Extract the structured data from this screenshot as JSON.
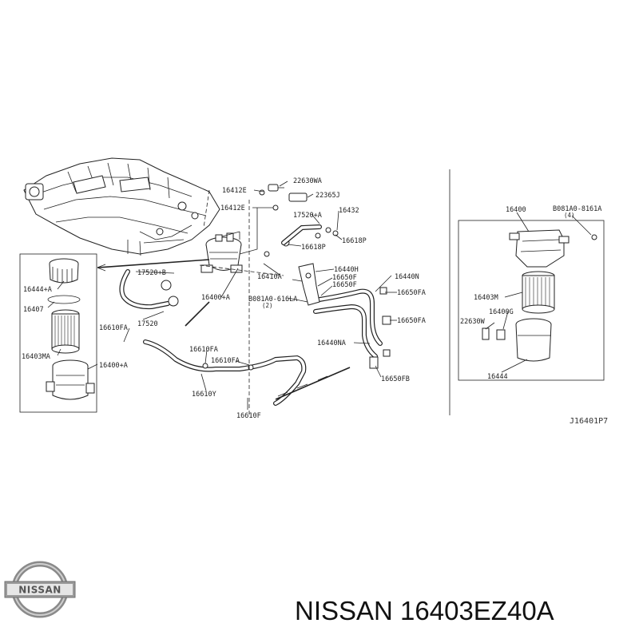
{
  "labels": {
    "l_16412e_top": "16412E",
    "l_22630wa": "22630WA",
    "l_22365j": "22365J",
    "l_16412e_bot": "16412E",
    "l_17520a_top": "17520+A",
    "l_16432": "16432",
    "l_16618p_a": "16618P",
    "l_16618p_b": "16618P",
    "l_17520b": "17520+B",
    "l_16410a": "16410A",
    "l_16440h": "16440H",
    "l_16650f_a": "16650F",
    "l_16650f_b": "16650F",
    "l_16440n": "16440N",
    "l_16400a_mid": "16400+A",
    "l_bolt_a": "B081A0-616LA",
    "l_bolt_a_qty": "(2)",
    "l_16650fa_a": "16650FA",
    "l_17520": "17520",
    "l_16650fa_b": "16650FA",
    "l_16610fa_a": "16610FA",
    "l_16440na": "16440NA",
    "l_16610fa_b": "16610FA",
    "l_16610fa_c": "16610FA",
    "l_16650fb": "16650FB",
    "l_16610y": "16610Y",
    "l_16610f": "16610F",
    "l_16444a": "16444+A",
    "l_16407": "16407",
    "l_16403ma": "16403MA",
    "l_16400a_left": "16400+A",
    "l_16400": "16400",
    "l_bolt_b": "B081A0-8161A",
    "l_bolt_b_qty": "(4)",
    "l_16403m": "16403M",
    "l_16400g": "16400G",
    "l_22630w": "22630W",
    "l_16444": "16444"
  },
  "diagram_ref": "J16401P7",
  "brand": {
    "logo_text": "NISSAN",
    "title": "NISSAN 16403EZ40A"
  }
}
